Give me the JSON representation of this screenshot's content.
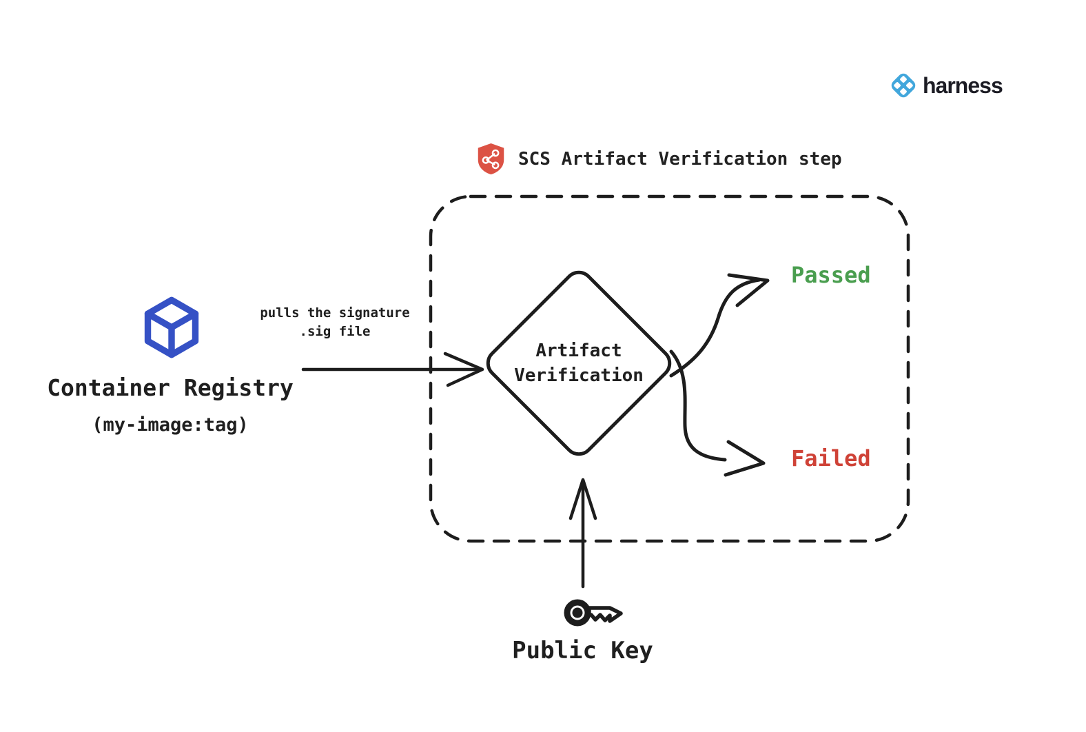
{
  "brand": {
    "name": "harness",
    "icon_color": "#42a7dc",
    "text_color": "#1c1c24"
  },
  "step_box": {
    "title": "SCS Artifact Verification step",
    "shield_color": "#dc5244",
    "border_color": "#1d1d1d"
  },
  "registry": {
    "label": "Container Registry",
    "tag": "(my-image:tag)",
    "icon_color": "#3551c5"
  },
  "pull_edge": {
    "label_line1": "pulls the signature",
    "label_line2": ".sig file"
  },
  "diamond": {
    "line1": "Artifact",
    "line2": "Verification"
  },
  "outcomes": {
    "passed": {
      "label": "Passed",
      "color": "#4a9e4f"
    },
    "failed": {
      "label": "Failed",
      "color": "#cf4237"
    }
  },
  "public_key": {
    "label": "Public Key"
  }
}
